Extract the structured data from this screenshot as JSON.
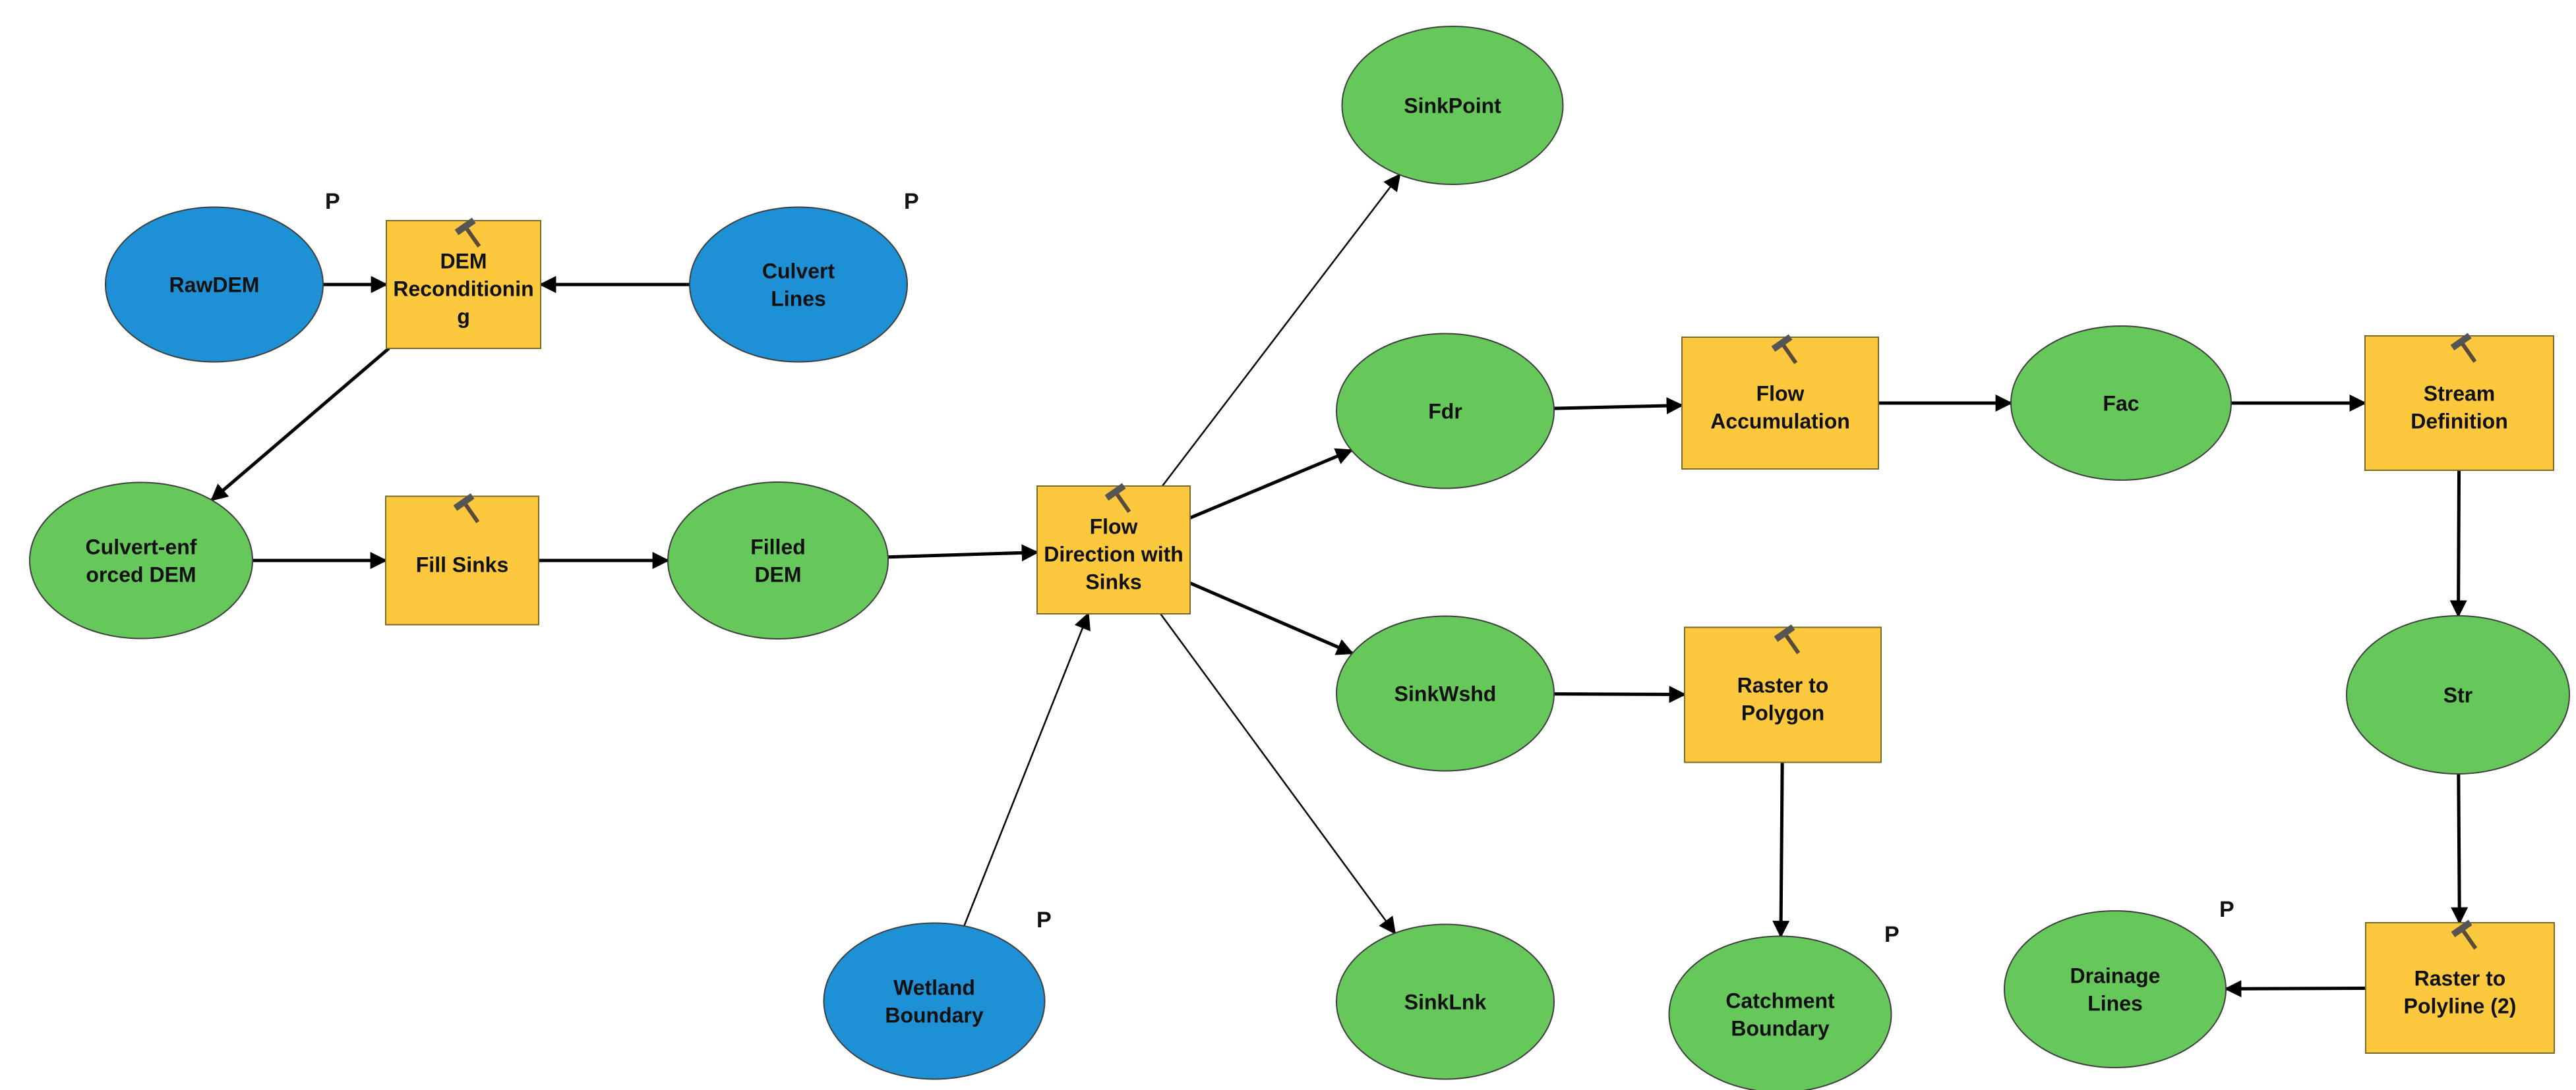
{
  "colors": {
    "input": "#1e90d6",
    "derived": "#66c85a",
    "tool": "#fcc83e",
    "edge": "#000000"
  },
  "parameter_marker": "P",
  "nodes": [
    {
      "id": "rawdem",
      "kind": "input",
      "lines": [
        "RawDEM"
      ],
      "parameter": true
    },
    {
      "id": "dem_recon",
      "kind": "tool",
      "lines": [
        "DEM",
        "Reconditionin",
        "g"
      ]
    },
    {
      "id": "culvert_lines",
      "kind": "input",
      "lines": [
        "Culvert",
        "Lines"
      ],
      "parameter": true
    },
    {
      "id": "culvert_dem",
      "kind": "derived",
      "lines": [
        "Culvert-enf",
        "orced DEM"
      ]
    },
    {
      "id": "fill_sinks",
      "kind": "tool",
      "lines": [
        "Fill Sinks"
      ]
    },
    {
      "id": "filled_dem",
      "kind": "derived",
      "lines": [
        "Filled",
        "DEM"
      ]
    },
    {
      "id": "flow_dir",
      "kind": "tool",
      "lines": [
        "Flow",
        "Direction with",
        "Sinks"
      ]
    },
    {
      "id": "wetland",
      "kind": "input",
      "lines": [
        "Wetland",
        "Boundary"
      ],
      "parameter": true
    },
    {
      "id": "sinkpoint",
      "kind": "derived",
      "lines": [
        "SinkPoint"
      ]
    },
    {
      "id": "fdr",
      "kind": "derived",
      "lines": [
        "Fdr"
      ]
    },
    {
      "id": "flow_acc",
      "kind": "tool",
      "lines": [
        "Flow",
        "Accumulation"
      ]
    },
    {
      "id": "fac",
      "kind": "derived",
      "lines": [
        "Fac"
      ]
    },
    {
      "id": "stream_def",
      "kind": "tool",
      "lines": [
        "Stream",
        "Definition"
      ]
    },
    {
      "id": "sinkwshd",
      "kind": "derived",
      "lines": [
        "SinkWshd"
      ]
    },
    {
      "id": "r2poly",
      "kind": "tool",
      "lines": [
        "Raster to",
        "Polygon"
      ]
    },
    {
      "id": "sinklnk",
      "kind": "derived",
      "lines": [
        "SinkLnk"
      ]
    },
    {
      "id": "catchment",
      "kind": "derived",
      "lines": [
        "Catchment",
        "Boundary"
      ],
      "parameter": true
    },
    {
      "id": "str",
      "kind": "derived",
      "lines": [
        "Str"
      ]
    },
    {
      "id": "r2line",
      "kind": "tool",
      "lines": [
        "Raster to",
        "Polyline (2)"
      ]
    },
    {
      "id": "drainage",
      "kind": "derived",
      "lines": [
        "Drainage",
        "Lines"
      ],
      "parameter": true
    }
  ],
  "edges": [
    {
      "from": "rawdem",
      "to": "dem_recon"
    },
    {
      "from": "culvert_lines",
      "to": "dem_recon"
    },
    {
      "from": "dem_recon",
      "to": "culvert_dem"
    },
    {
      "from": "culvert_dem",
      "to": "fill_sinks"
    },
    {
      "from": "fill_sinks",
      "to": "filled_dem"
    },
    {
      "from": "filled_dem",
      "to": "flow_dir"
    },
    {
      "from": "wetland",
      "to": "flow_dir"
    },
    {
      "from": "flow_dir",
      "to": "sinkpoint"
    },
    {
      "from": "flow_dir",
      "to": "fdr"
    },
    {
      "from": "flow_dir",
      "to": "sinkwshd"
    },
    {
      "from": "flow_dir",
      "to": "sinklnk"
    },
    {
      "from": "fdr",
      "to": "flow_acc"
    },
    {
      "from": "flow_acc",
      "to": "fac"
    },
    {
      "from": "fac",
      "to": "stream_def"
    },
    {
      "from": "stream_def",
      "to": "str"
    },
    {
      "from": "str",
      "to": "r2line"
    },
    {
      "from": "r2line",
      "to": "drainage"
    },
    {
      "from": "sinkwshd",
      "to": "r2poly"
    },
    {
      "from": "r2poly",
      "to": "catchment"
    }
  ]
}
